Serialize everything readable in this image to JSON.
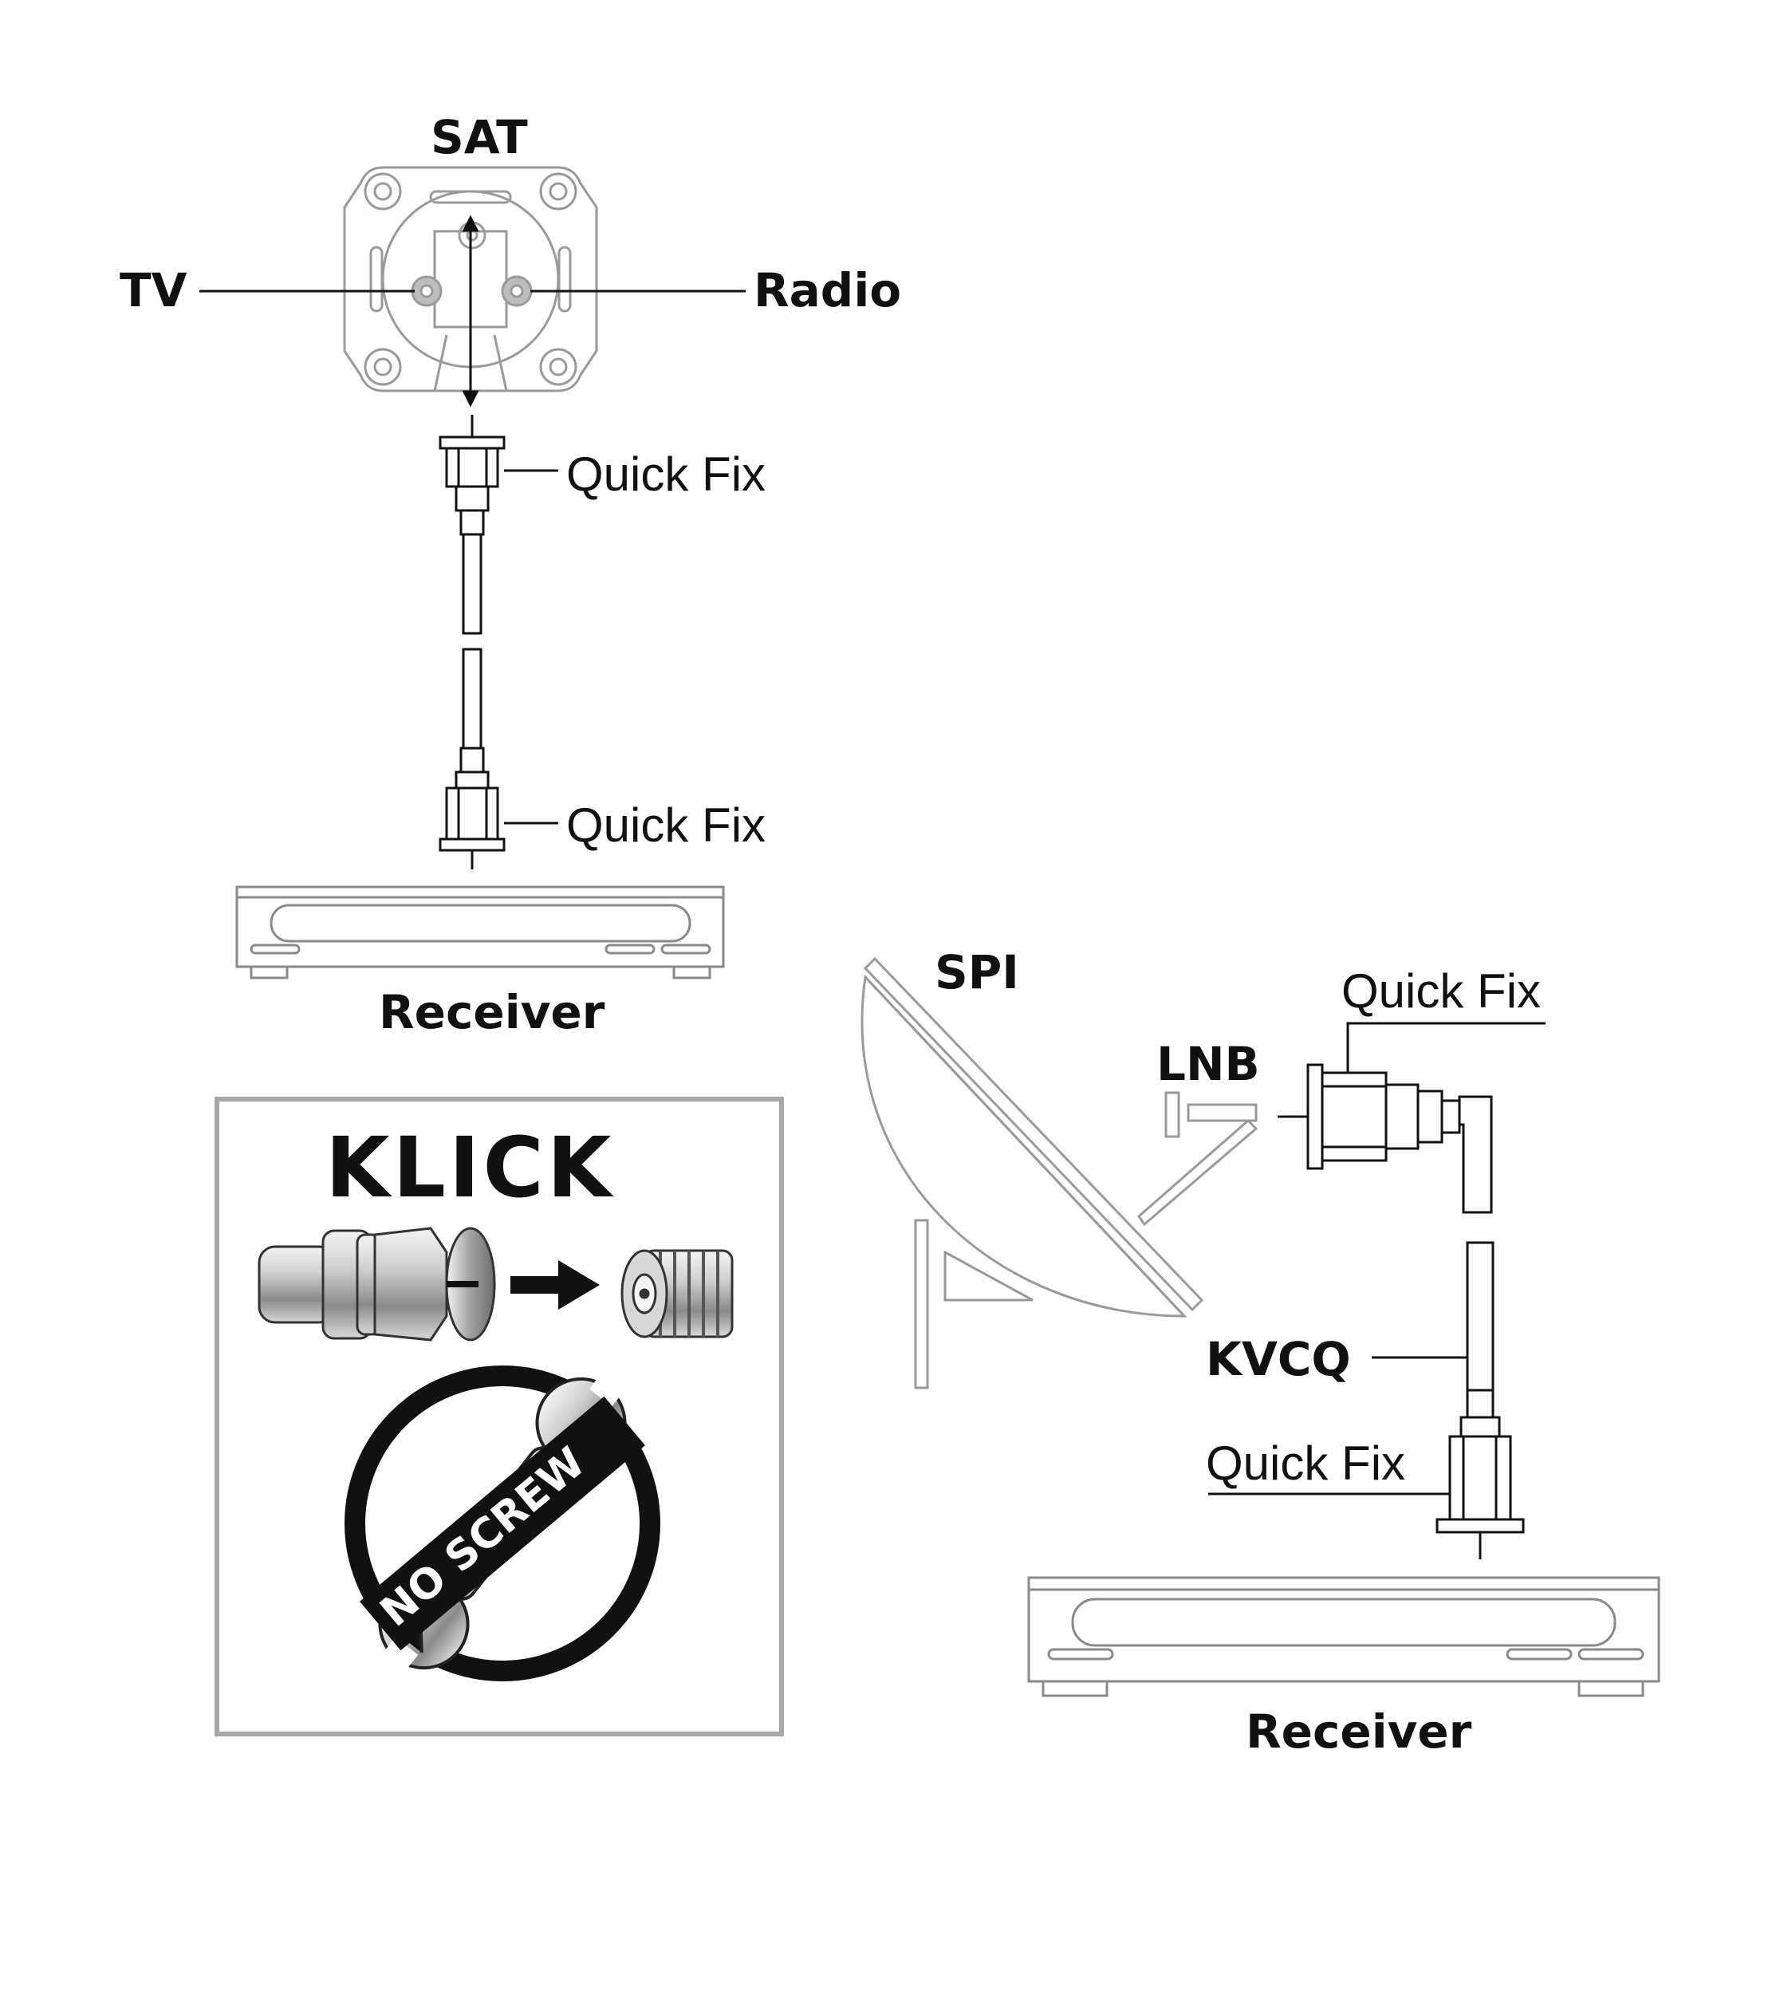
{
  "labels": {
    "sat": "SAT",
    "tv": "TV",
    "radio": "Radio",
    "quick_fix_upper": "Quick Fix",
    "quick_fix_lower": "Quick Fix",
    "receiver_left": "Receiver",
    "spi": "SPI",
    "lnb": "LNB",
    "quick_fix_lnb": "Quick Fix",
    "kvcq": "KVCQ",
    "quick_fix_right": "Quick Fix",
    "receiver_right": "Receiver",
    "klick": "KLICK",
    "no_screw": "NO SCREW"
  },
  "colors": {
    "line_dark": "#111111",
    "line_grey": "#9a9a9a",
    "frame_grey": "#a8a8a8",
    "metal_light": "#e8e8e8",
    "metal_mid": "#b8b8b8",
    "metal_dark": "#6a6a6a"
  }
}
